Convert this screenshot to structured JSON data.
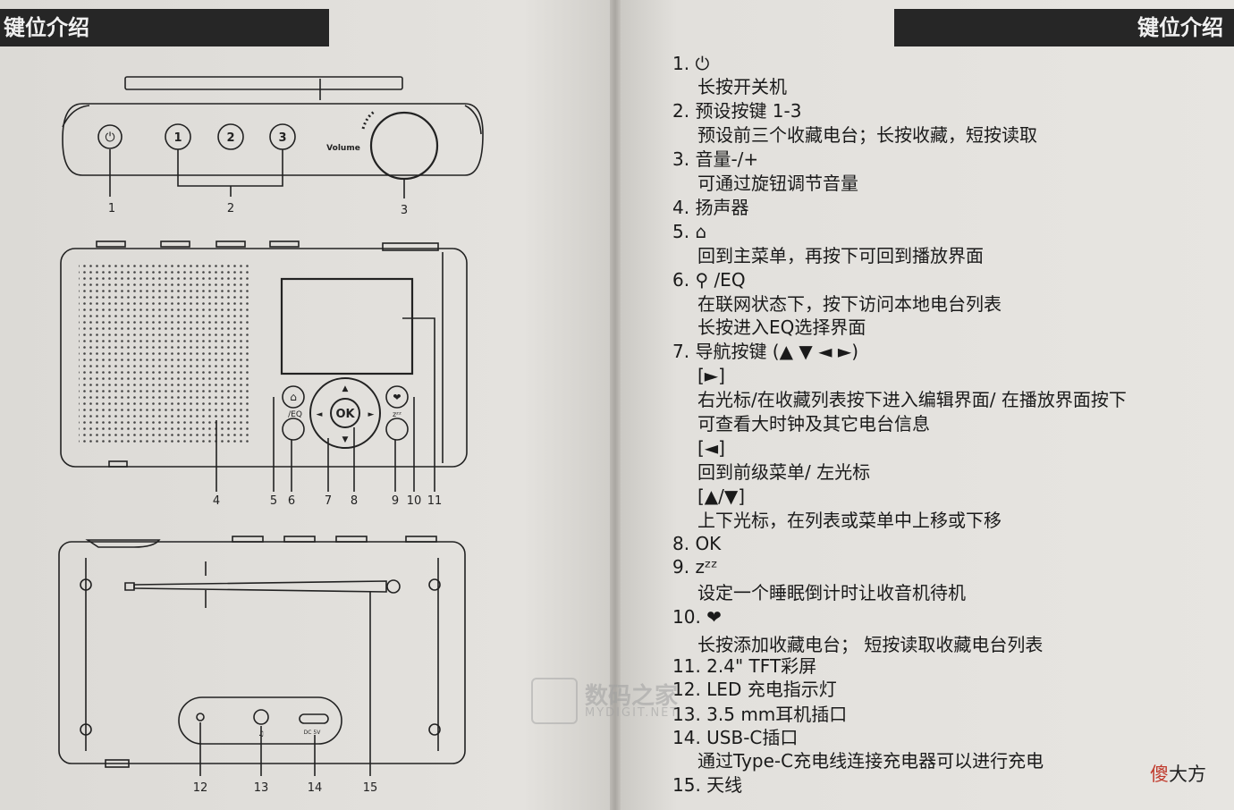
{
  "header": {
    "left_title": "键位介绍",
    "right_title": "键位介绍"
  },
  "figure_top": {
    "knob_label": "Volume",
    "buttons": [
      "1",
      "2",
      "3"
    ],
    "callouts": [
      "1",
      "2",
      "3"
    ]
  },
  "figure_front": {
    "ok_label": "OK",
    "eq_label": "/EQ",
    "callouts": [
      "4",
      "5",
      "6",
      "7",
      "8",
      "9",
      "10",
      "11"
    ]
  },
  "figure_back": {
    "dc_label": "DC 5V",
    "callouts": [
      "12",
      "13",
      "14",
      "15"
    ]
  },
  "keys": [
    {
      "text": "1.  ⏻",
      "indent": false
    },
    {
      "text": "长按开关机",
      "indent": true
    },
    {
      "text": "2.  预设按键 1-3",
      "indent": false
    },
    {
      "text": "预设前三个收藏电台；长按收藏，短按读取",
      "indent": true
    },
    {
      "text": "3. 音量-/+",
      "indent": false
    },
    {
      "text": "可通过旋钮调节音量",
      "indent": true
    },
    {
      "text": "4.  扬声器",
      "indent": false
    },
    {
      "text": "5.  ⌂",
      "indent": false
    },
    {
      "text": "回到主菜单，再按下可回到播放界面",
      "indent": true
    },
    {
      "text": "6.  ⚲  /EQ",
      "indent": false
    },
    {
      "text": "在联网状态下，按下访问本地电台列表",
      "indent": true
    },
    {
      "text": "长按进入EQ选择界面",
      "indent": true
    },
    {
      "text": "7. 导航按键 (▲ ▼ ◄ ►)",
      "indent": false
    },
    {
      "text": "[►]",
      "indent": true
    },
    {
      "text": "右光标/在收藏列表按下进入编辑界面/ 在播放界面按下",
      "indent": true
    },
    {
      "text": "可查看大时钟及其它电台信息",
      "indent": true
    },
    {
      "text": "[◄]",
      "indent": true
    },
    {
      "text": "回到前级菜单/ 左光标",
      "indent": true
    },
    {
      "text": "[▲/▼]",
      "indent": true
    },
    {
      "text": "上下光标，在列表或菜单中上移或下移",
      "indent": true
    },
    {
      "text": "8. OK",
      "indent": false
    },
    {
      "text": "9.  zᶻᶻ",
      "indent": false
    },
    {
      "text": "设定一个睡眠倒计时让收音机待机",
      "indent": true
    },
    {
      "text": "10.  ❤",
      "indent": false
    },
    {
      "text": "长按添加收藏电台； 短按读取收藏电台列表",
      "indent": true
    },
    {
      "text": "11. 2.4\" TFT彩屏",
      "indent": false
    },
    {
      "text": "12. LED 充电指示灯",
      "indent": false
    },
    {
      "text": "13. 3.5 mm耳机插口",
      "indent": false
    },
    {
      "text": "14. USB-C插口",
      "indent": false
    },
    {
      "text": "通过Type-C充电线连接充电器可以进行充电",
      "indent": true
    },
    {
      "text": "15. 天线",
      "indent": false
    }
  ],
  "watermark": {
    "line1": "数码之家",
    "line2": "MYDIGIT.NET"
  },
  "badge": {
    "part1": "傻",
    "part2": "大方"
  }
}
